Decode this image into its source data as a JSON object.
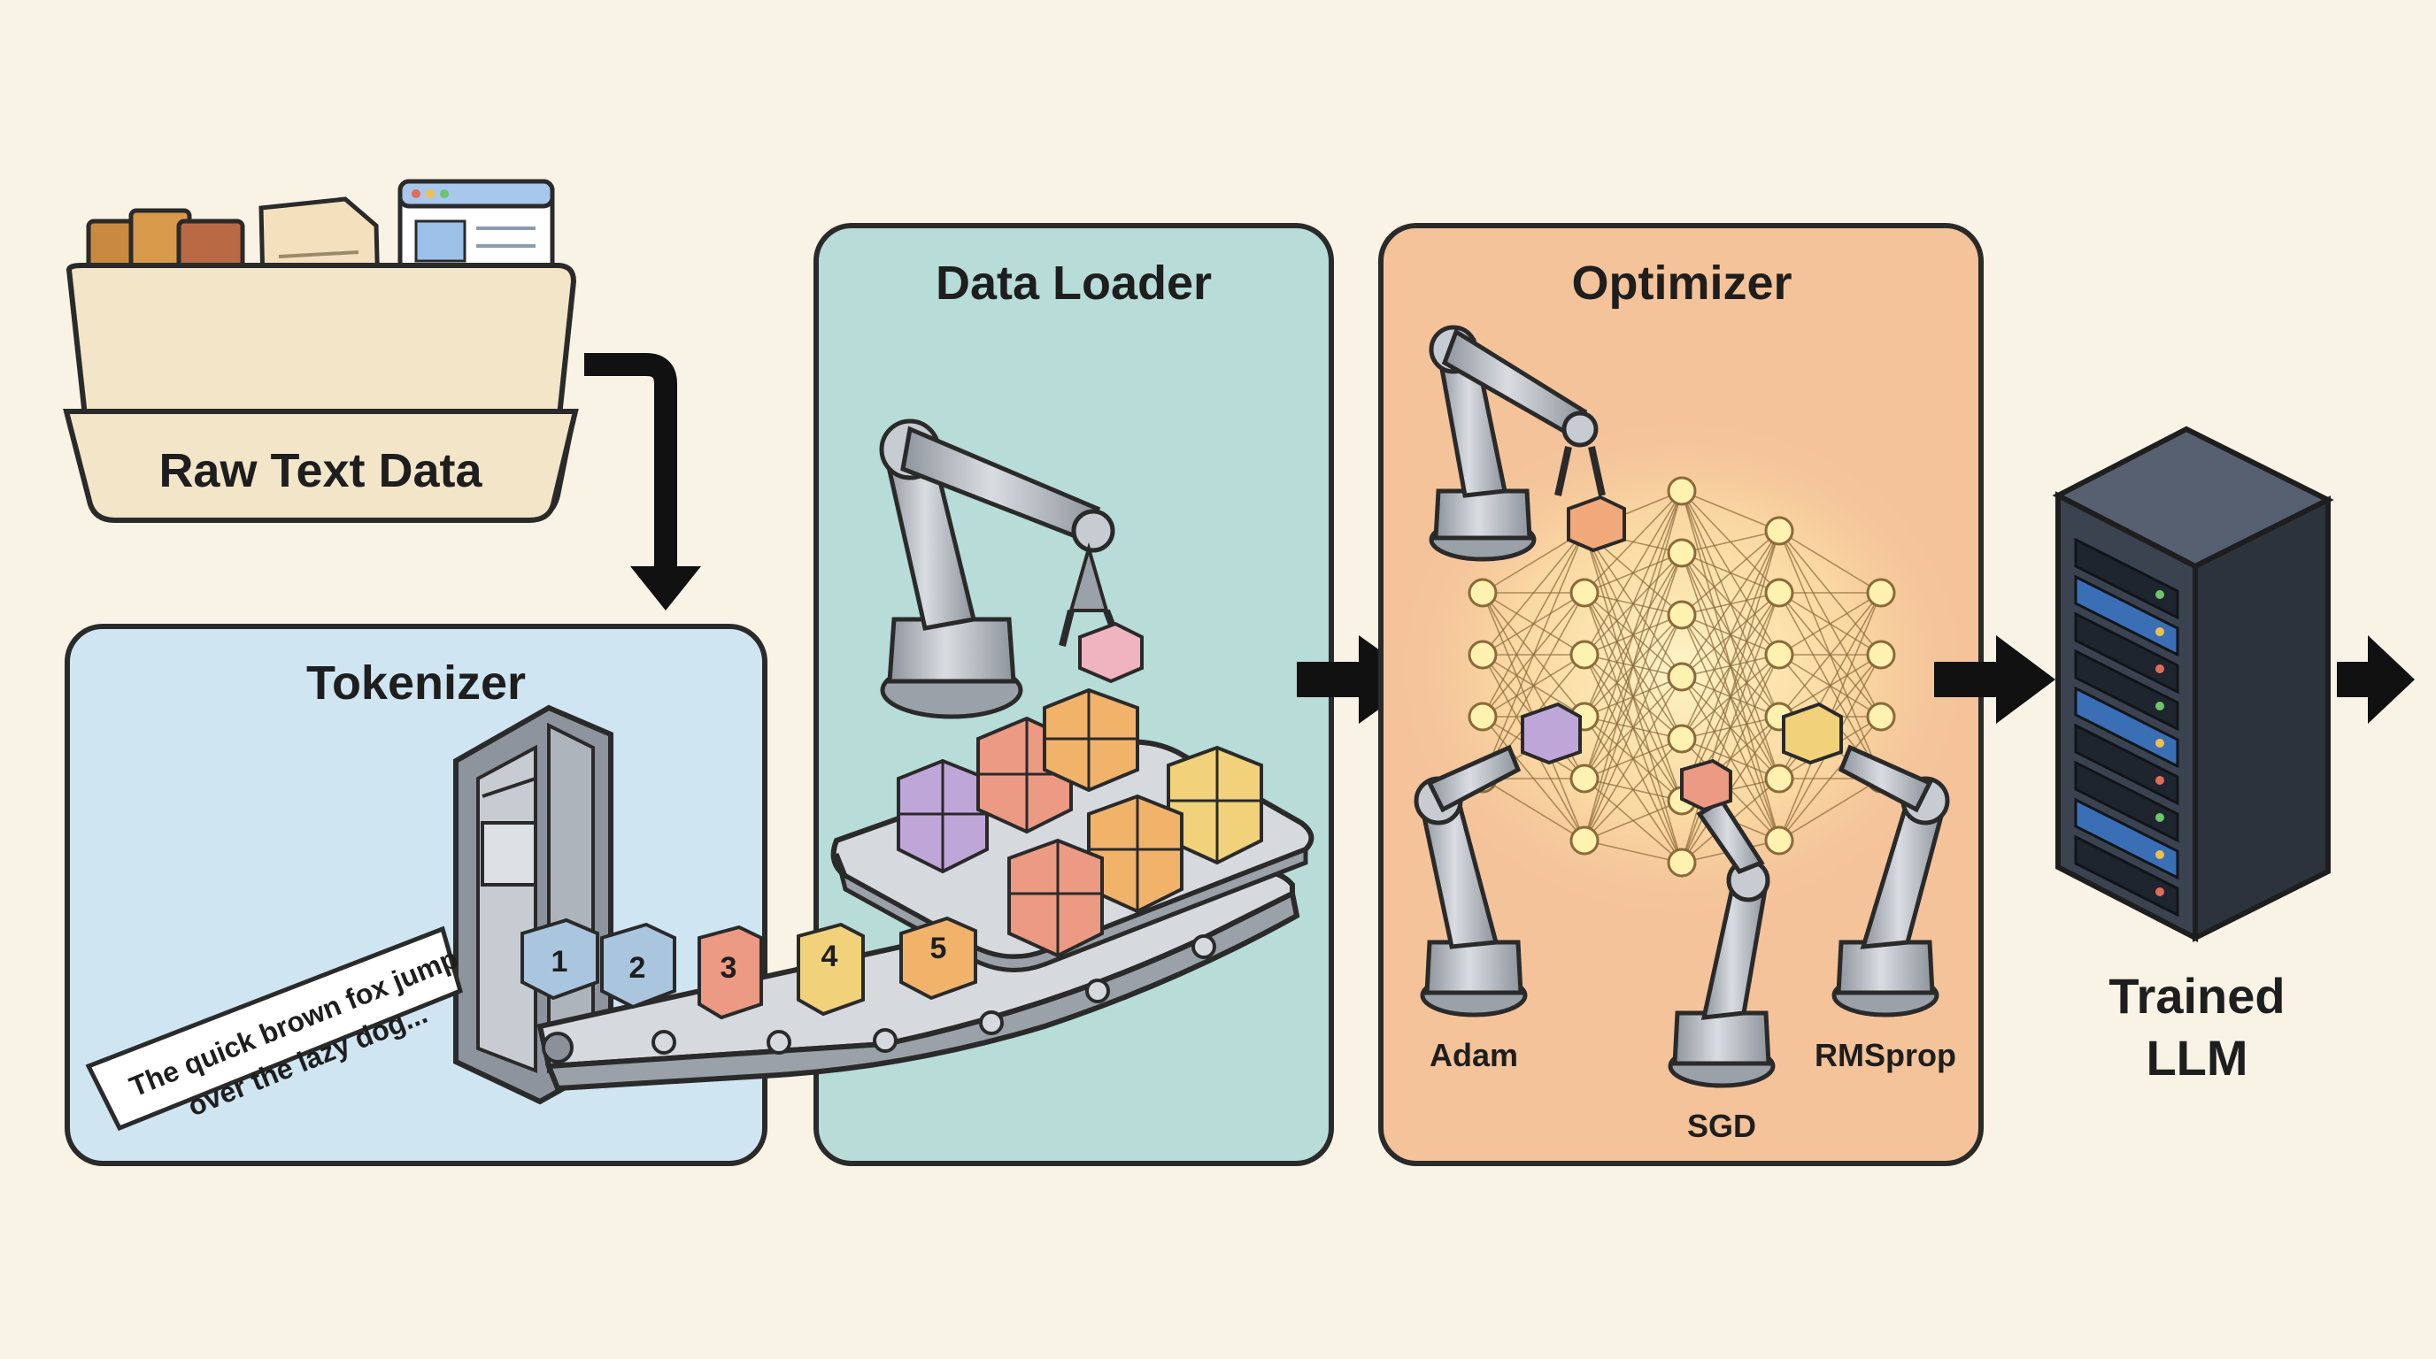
{
  "raw_data": {
    "label": "Raw Text Data"
  },
  "tokenizer": {
    "title": "Tokenizer",
    "paper_line1": "The quick brown fox jump",
    "paper_line2": "over the lazy dog...",
    "tokens": [
      "1",
      "2",
      "3",
      "4",
      "5"
    ]
  },
  "data_loader": {
    "title": "Data Loader"
  },
  "optimizer": {
    "title": "Optimizer",
    "arms": [
      "Adam",
      "SGD",
      "RMSprop"
    ]
  },
  "output": {
    "label_line1": "Trained",
    "label_line2": "LLM"
  },
  "colors": {
    "background": "#f9f3e6",
    "tokenizer_panel": "#cfe5f2",
    "data_loader_panel": "#b8dcd8",
    "optimizer_panel": "#f4c39a",
    "raw_tray": "#f2e5c8",
    "server": "#3b4350",
    "token_blue": "#a9c6de",
    "token_red": "#ec9a83",
    "token_yellow": "#f1d27a",
    "token_orange": "#f1b36a",
    "token_purple": "#bfa6d8"
  }
}
